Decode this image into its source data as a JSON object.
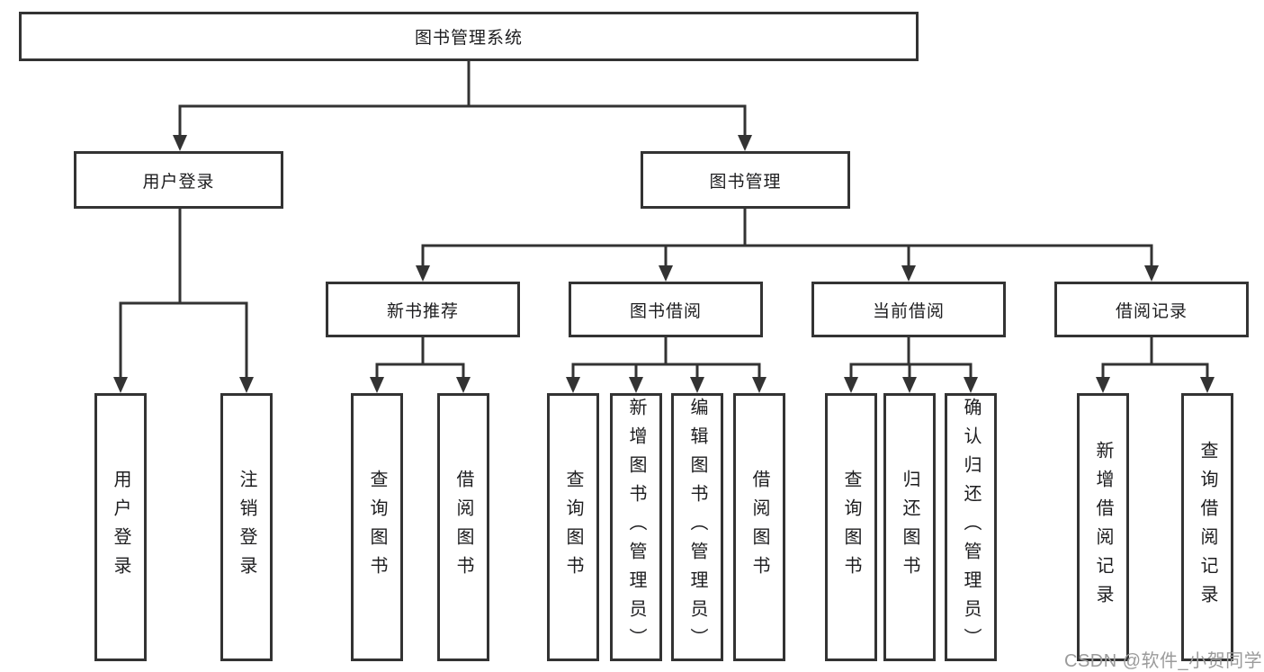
{
  "tree": {
    "label": "图书管理系统",
    "children": [
      {
        "label": "用户登录",
        "children": [
          {
            "label": "用户登录"
          },
          {
            "label": "注销登录"
          }
        ]
      },
      {
        "label": "图书管理",
        "children": [
          {
            "label": "新书推荐",
            "children": [
              {
                "label": "查询图书"
              },
              {
                "label": "借阅图书"
              }
            ]
          },
          {
            "label": "图书借阅",
            "children": [
              {
                "label": "查询图书"
              },
              {
                "label": "新增图书（管理员）"
              },
              {
                "label": "编辑图书（管理员）"
              },
              {
                "label": "借阅图书"
              }
            ]
          },
          {
            "label": "当前借阅",
            "children": [
              {
                "label": "查询图书"
              },
              {
                "label": "归还图书"
              },
              {
                "label": "确认归还（管理员）"
              }
            ]
          },
          {
            "label": "借阅记录",
            "children": [
              {
                "label": "新增借阅记录"
              },
              {
                "label": "查询借阅记录"
              }
            ]
          }
        ]
      }
    ]
  },
  "watermark": {
    "text": "CSDN @软件_小贺同学"
  },
  "colors": {
    "line": "#333333",
    "box_border": "#333333",
    "text": "#1d1d1f",
    "watermark": "#9b9b9b",
    "background": "#ffffff"
  }
}
